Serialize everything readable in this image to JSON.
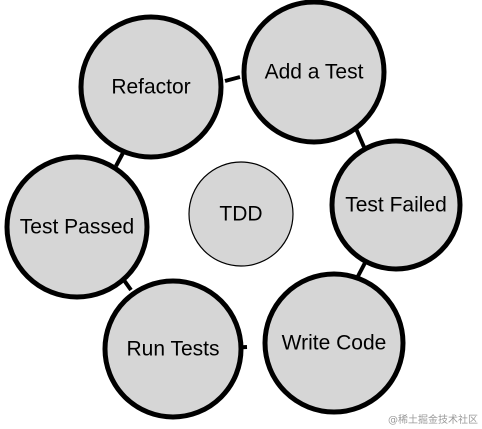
{
  "diagram": {
    "center": {
      "label": "TDD"
    },
    "nodes": [
      {
        "label": "Add a Test"
      },
      {
        "label": "Test Failed"
      },
      {
        "label": "Write Code"
      },
      {
        "label": "Run Tests"
      },
      {
        "label": "Test Passed"
      },
      {
        "label": "Refactor"
      }
    ],
    "colors": {
      "node_fill": "#d6d6d6",
      "stroke": "#000000",
      "background": "#ffffff"
    }
  },
  "watermark": {
    "text": "@稀土掘金技术社区"
  }
}
